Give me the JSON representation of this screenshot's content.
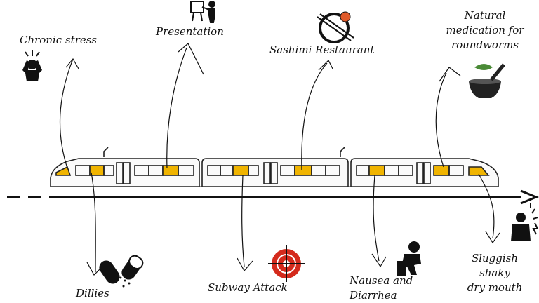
{
  "colors": {
    "ink": "#111111",
    "accent_window": "#f0b400",
    "target_red": "#d42a1c",
    "leaf_green": "#4a8a36",
    "background": "#ffffff"
  },
  "labels": {
    "chronic_stress": "Chronic stress",
    "presentation": "Presentation",
    "sashimi": "Sashimi Restaurant",
    "natural_med": [
      "Natural",
      "medication for",
      "roundworms"
    ],
    "dillies": "Dillies",
    "subway_attack": "Subway Attack",
    "nausea": [
      "Nausea and",
      "Diarrhea"
    ],
    "sluggish": [
      "Sluggish",
      "shaky",
      "dry mouth"
    ]
  },
  "icons": [
    "stressed-person-icon",
    "presenter-board-icon",
    "sushi-no-chopsticks-icon",
    "mortar-pestle-leaf-icon",
    "pills-icon",
    "crosshair-target-icon",
    "sitting-distressed-person-icon",
    "chest-pain-person-icon"
  ]
}
